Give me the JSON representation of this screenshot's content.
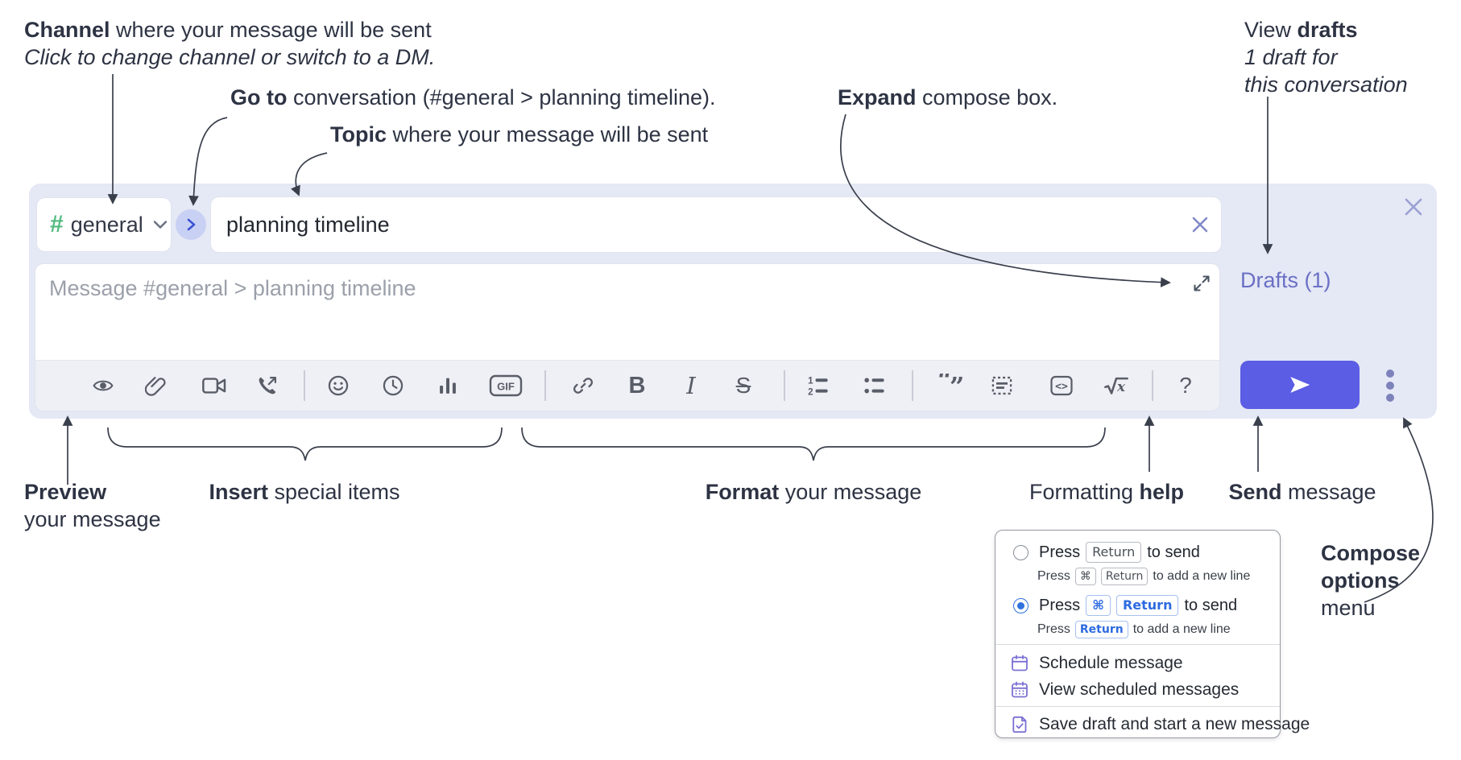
{
  "annotations": {
    "channel": {
      "bold": "Channel",
      "rest": " where your message will be sent",
      "line2": "Click to change channel or switch to a DM."
    },
    "goto": {
      "bold": "Go to",
      "rest": " conversation (#general > planning timeline)."
    },
    "topic": {
      "bold": "Topic",
      "rest": " where your message will be sent"
    },
    "expand": {
      "bold": "Expand",
      "rest": " compose box."
    },
    "drafts": {
      "line1_pre": "View ",
      "line1_bold": "drafts",
      "line2": "1 draft for",
      "line3": "this conversation"
    },
    "preview": {
      "bold": "Preview",
      "line2": "your message"
    },
    "insert": {
      "bold": "Insert",
      "rest": " special items"
    },
    "format": {
      "bold": "Format",
      "rest": " your message"
    },
    "help": {
      "pre": "Formatting ",
      "bold": "help"
    },
    "send": {
      "bold": "Send",
      "rest": " message"
    },
    "compose_options": {
      "line1": "Compose",
      "line2": "options",
      "line3": "menu"
    }
  },
  "compose": {
    "channel": {
      "hash": "#",
      "name": "general"
    },
    "topic_value": "planning timeline",
    "message_placeholder": "Message #general > planning timeline",
    "drafts_link": "Drafts (1)",
    "toolbar": {
      "bold": "B",
      "italic": "I",
      "strike": "S",
      "gif": "GIF",
      "code": "<>",
      "quote_open": "“",
      "quote_close": "”",
      "ol1": "1",
      "ol2": "2",
      "math_x": "x",
      "help": "?"
    },
    "icon_names": [
      "preview-eye",
      "attach-paperclip",
      "video-call",
      "audio-call",
      "emoji",
      "time",
      "poll",
      "gif",
      "link",
      "bold",
      "italic",
      "strikethrough",
      "numbered-list",
      "bulleted-list",
      "quote",
      "spoiler",
      "code",
      "math",
      "help"
    ]
  },
  "menu": {
    "opt1": {
      "press": "Press",
      "kbd1": "Return",
      "tail": "to send",
      "sub_press": "Press",
      "sub_kbd1": "⌘",
      "sub_kbd2": "Return",
      "sub_tail": "to add a new line"
    },
    "opt2": {
      "press": "Press",
      "kbd1": "⌘",
      "kbd2": "Return",
      "tail": "to send",
      "sub_press": "Press",
      "sub_kbd1": "Return",
      "sub_tail": "to add a new line"
    },
    "item1": "Schedule message",
    "item2": "View scheduled messages",
    "item3": "Save draft and start a new message"
  },
  "colors": {
    "compose_bg": "#e5e8f5",
    "send_button": "#5b5de4",
    "hash_green": "#53b97f",
    "drafts_link": "#6a70c5",
    "goto_circle_bg": "#c8d1f3",
    "goto_chevron": "#3b53d4",
    "radio_selected": "#2f72dd",
    "kbd_blue": "#2d6be0",
    "menu_icon_purple": "#7b70d4",
    "annotation_ink": "#2d3343",
    "toolbar_icon": "#585d68"
  }
}
